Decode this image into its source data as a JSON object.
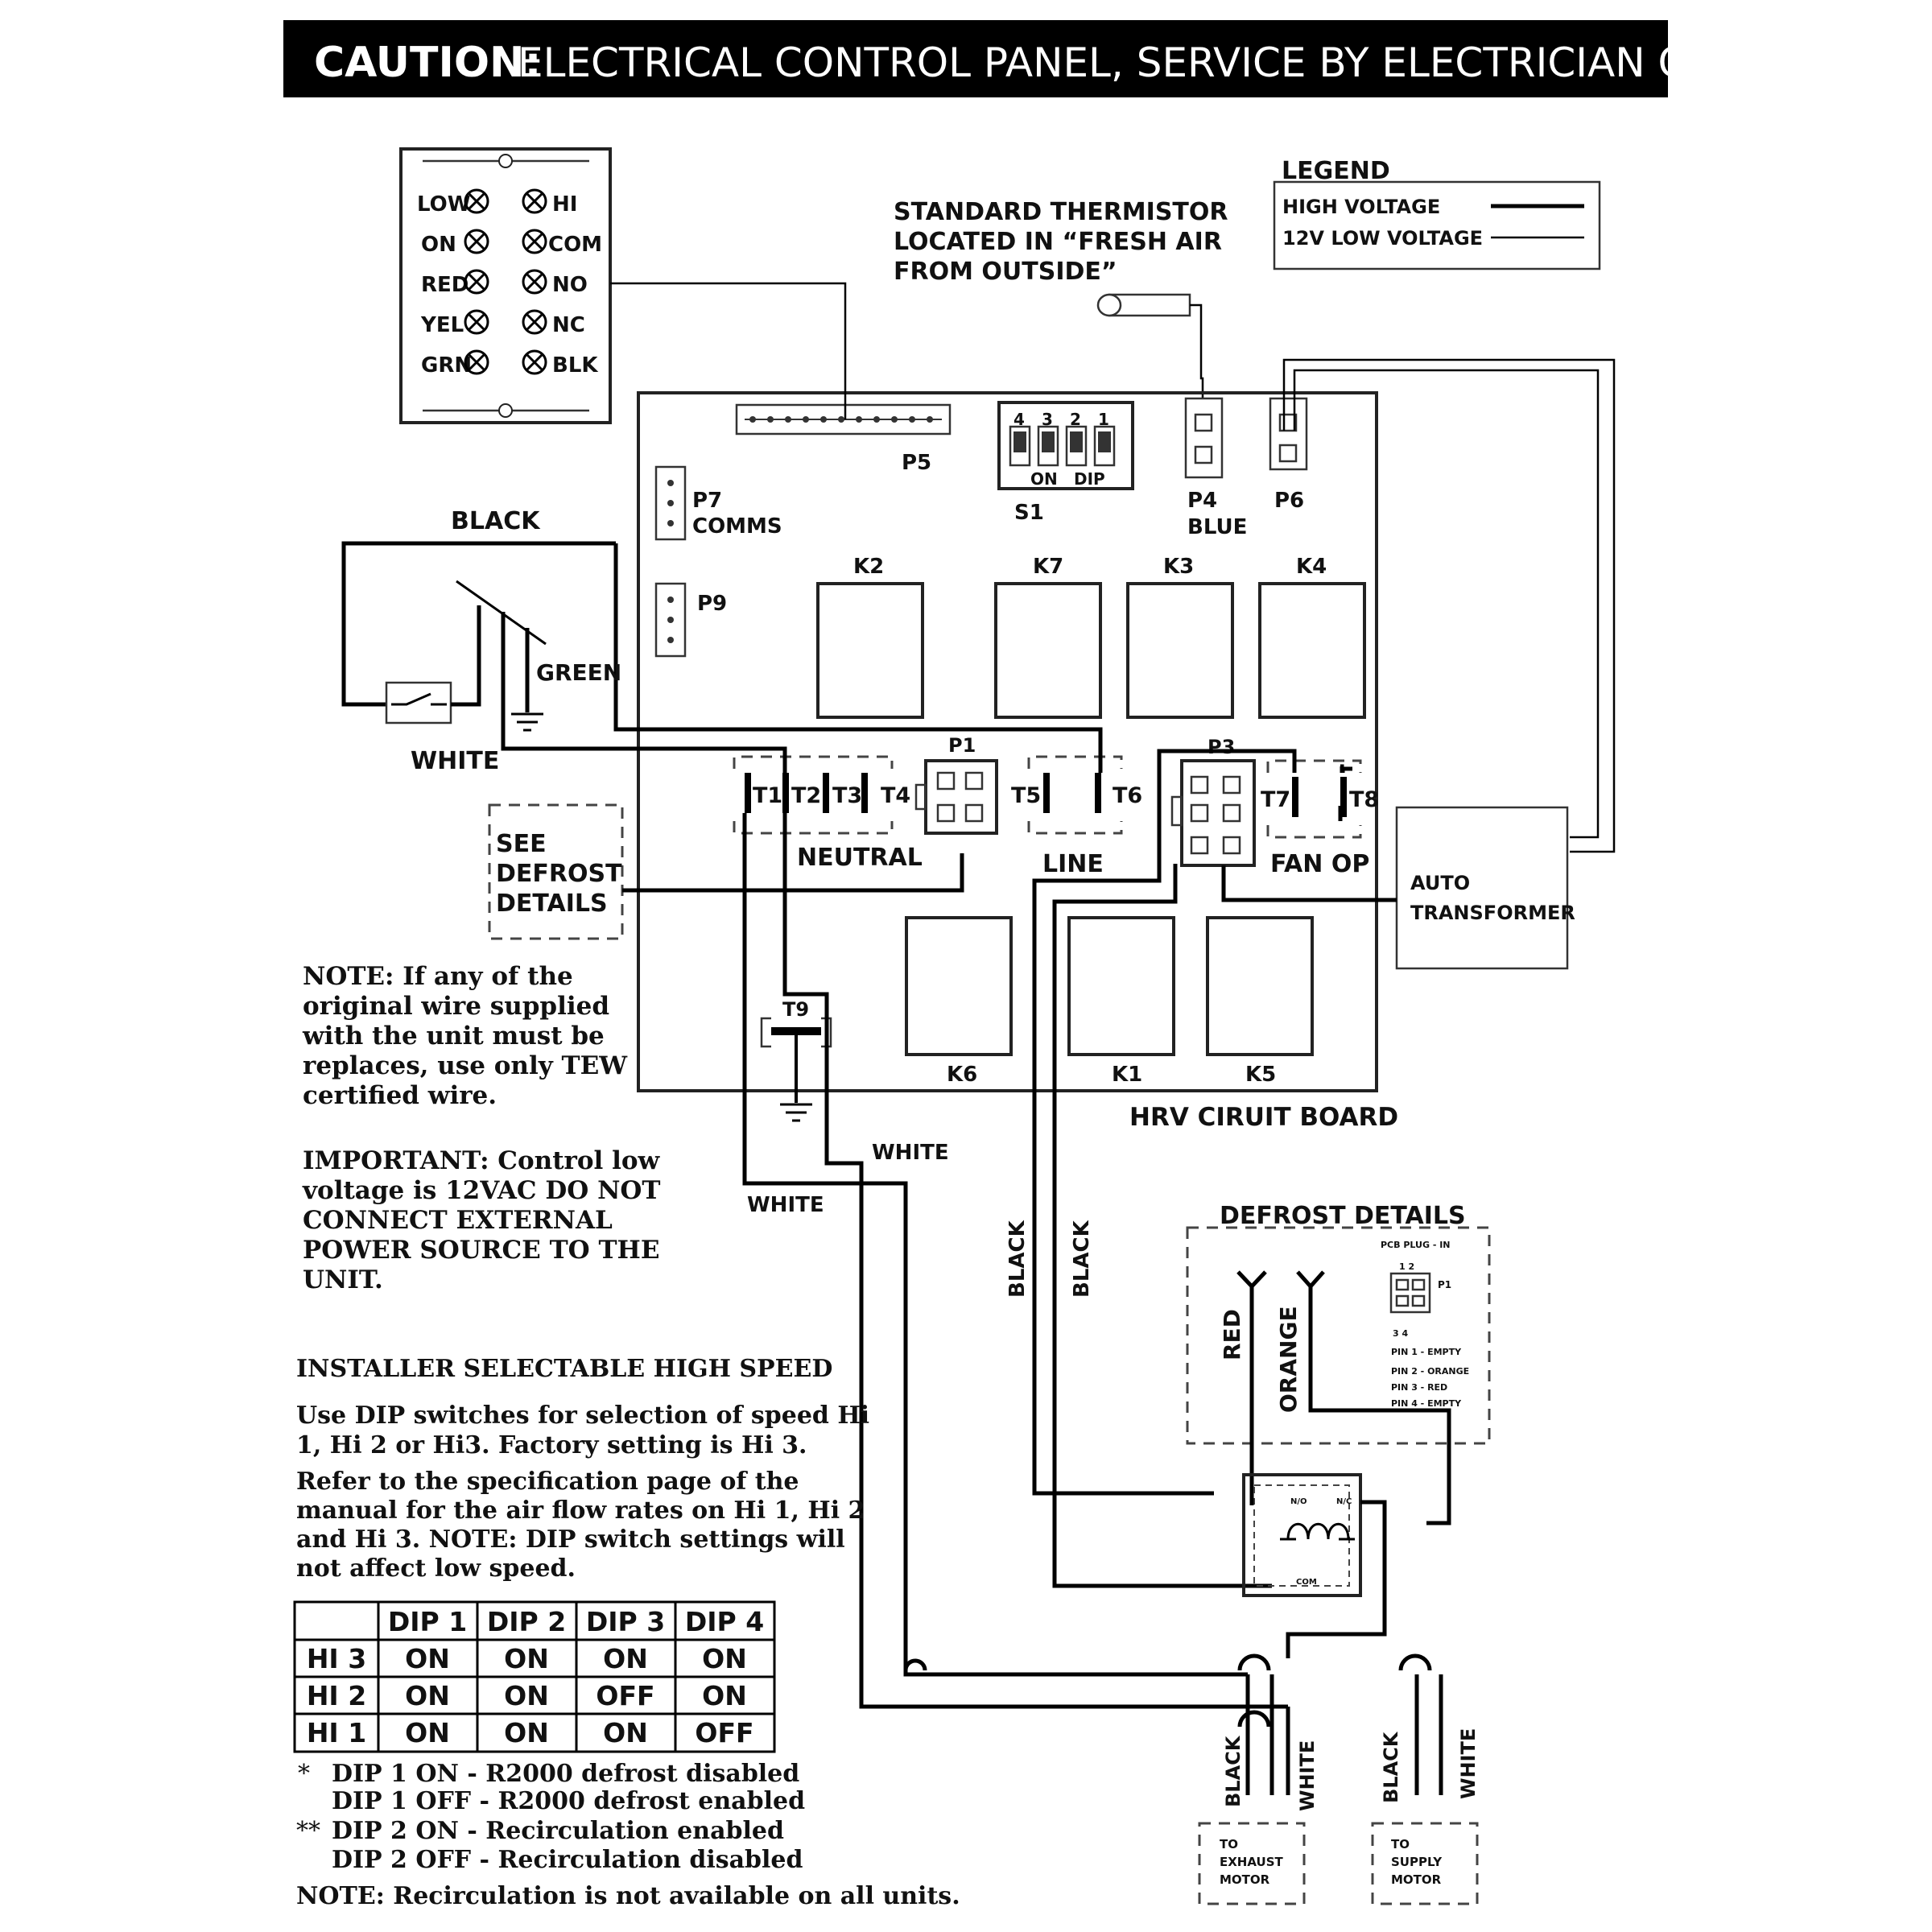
{
  "banner": {
    "caution": "CAUTION:",
    "text": "ELECTRICAL CONTROL PANEL, SERVICE BY ELECTRICIAN ONLY"
  },
  "terminal_block": {
    "left": [
      "LOW",
      "ON",
      "RED",
      "YEL",
      "GRN"
    ],
    "right": [
      "HI",
      "COM",
      "NO",
      "NC",
      "BLK"
    ]
  },
  "thermistor_note": [
    "STANDARD THERMISTOR",
    "LOCATED IN “FRESH AIR",
    "FROM OUTSIDE”"
  ],
  "legend": {
    "title": "LEGEND",
    "high": "HIGH VOLTAGE",
    "low": "12V LOW VOLTAGE"
  },
  "board": {
    "title": "HRV CIRUIT BOARD",
    "p5": "P5",
    "p7": "P7",
    "comms": "COMMS",
    "p9": "P9",
    "s1": "S1",
    "dip_nums": [
      "4",
      "3",
      "2",
      "1"
    ],
    "dip_on": "ON",
    "dip_label": "DIP",
    "p4": "P4",
    "blue": "BLUE",
    "p6": "P6",
    "relays_top": [
      "K2",
      "K7",
      "K3",
      "K4"
    ],
    "relays_bottom": [
      "K6",
      "K1",
      "K5"
    ],
    "p1": "P1",
    "p3": "P3",
    "terminals": [
      "T1",
      "T2",
      "T3",
      "T4",
      "T5",
      "T6",
      "T7",
      "T8"
    ],
    "t9": "T9",
    "neutral": "NEUTRAL",
    "line": "LINE",
    "fan_op": "FAN OP"
  },
  "wire_labels": {
    "black": "BLACK",
    "green": "GREEN",
    "white": "WHITE",
    "white2": "WHITE",
    "white3": "WHITE",
    "black_v1": "BLACK",
    "black_v2": "BLACK"
  },
  "defrost_ref": [
    "SEE",
    "DEFROST",
    "DETAILS"
  ],
  "auto_transformer": [
    "AUTO",
    "TRANSFORMER"
  ],
  "note1": [
    "NOTE: If any of the",
    "original wire supplied",
    "with the unit must be",
    "replaces, use only TEW",
    "certified wire."
  ],
  "note2": [
    "IMPORTANT: Control low",
    "voltage is 12VAC DO NOT",
    "CONNECT EXTERNAL",
    "POWER SOURCE TO THE",
    "UNIT."
  ],
  "installer": {
    "heading": "INSTALLER SELECTABLE HIGH SPEED",
    "p1": [
      "Use DIP switches for selection of speed Hi",
      "1, Hi 2 or Hi3. Factory setting is Hi 3."
    ],
    "p2": [
      "Refer to the specification page of the",
      "manual for the air flow rates on Hi 1, Hi 2",
      "and Hi 3. NOTE: DIP switch settings will",
      "not affect low speed."
    ]
  },
  "dip_table": {
    "headers": [
      "",
      "DIP 1",
      "DIP 2",
      "DIP 3",
      "DIP 4"
    ],
    "rows": [
      [
        "HI 3",
        "ON",
        "ON",
        "ON",
        "ON"
      ],
      [
        "HI 2",
        "ON",
        "ON",
        "OFF",
        "ON"
      ],
      [
        "HI 1",
        "ON",
        "ON",
        "ON",
        "OFF"
      ]
    ]
  },
  "footnotes": [
    {
      "mark": "*",
      "text": "DIP 1 ON - R2000 defrost disabled"
    },
    {
      "mark": "",
      "text": "DIP 1 OFF - R2000 defrost enabled"
    },
    {
      "mark": "**",
      "text": "DIP 2 ON - Recirculation enabled"
    },
    {
      "mark": "",
      "text": "DIP 2 OFF - Recirculation disabled"
    }
  ],
  "final_note": "NOTE: Recirculation is not available on all units.",
  "defrost_details": {
    "title": "DEFROST DETAILS",
    "red": "RED",
    "orange": "ORANGE",
    "pcb": "PCB PLUG - IN",
    "p1": "P1",
    "pin_top": "1  2",
    "pin_bottom": "3  4",
    "pins": [
      "PIN 1 - EMPTY",
      "PIN 2 - ORANGE",
      "PIN 3 - RED",
      "PIN 4 - EMPTY"
    ],
    "no": "N/O",
    "nc": "N/C",
    "com": "COM"
  },
  "motors": {
    "exhaust": [
      "TO",
      "EXHAUST",
      "MOTOR"
    ],
    "supply": [
      "TO",
      "SUPPLY",
      "MOTOR"
    ],
    "black": "BLACK",
    "white": "WHITE"
  }
}
